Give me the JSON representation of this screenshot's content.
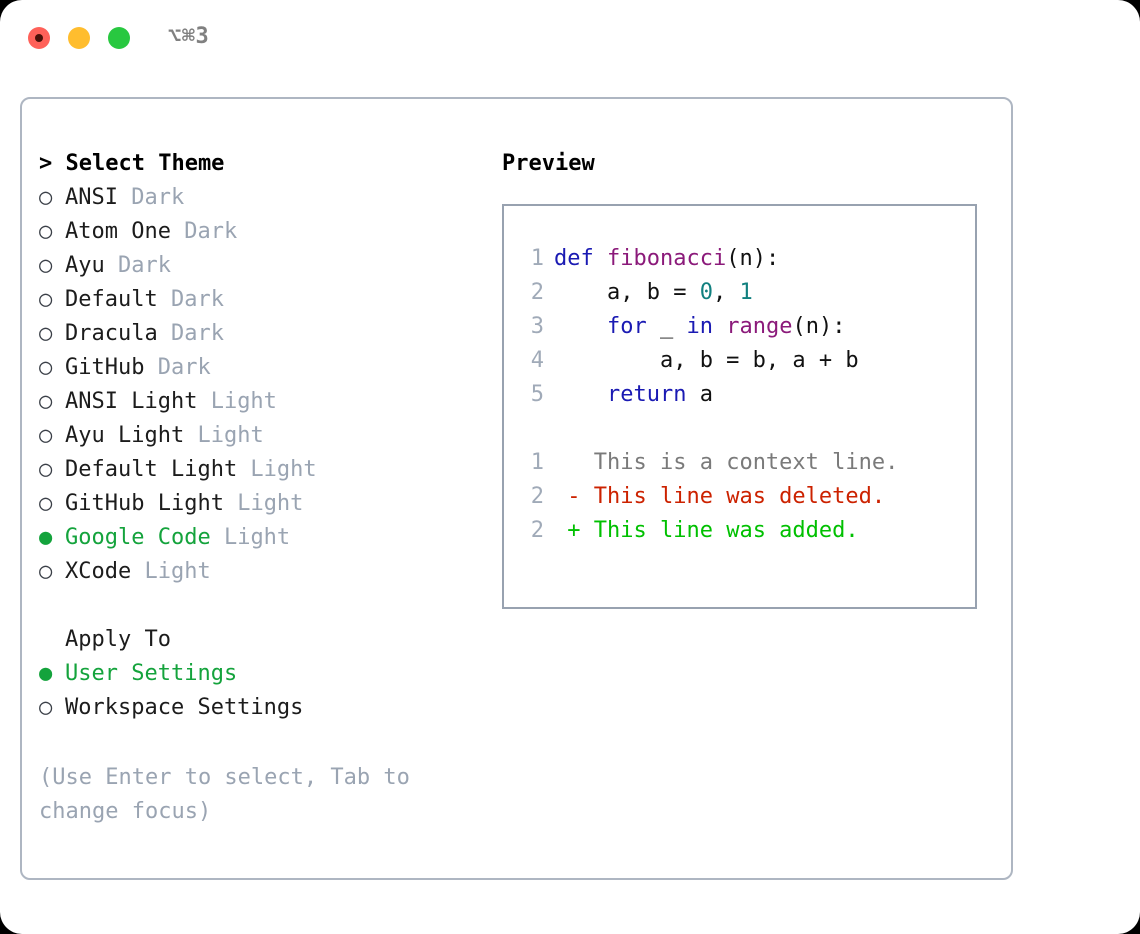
{
  "titlebar": {
    "shortcut": "⌥⌘3",
    "buttons": [
      {
        "name": "close",
        "color": "#ff6159"
      },
      {
        "name": "minimize",
        "color": "#ffbd2e"
      },
      {
        "name": "zoom",
        "color": "#28c840"
      }
    ]
  },
  "colors": {
    "selected_green": "#14a33c",
    "badge_muted": "#9aa4b2",
    "panel_border": "#aeb6c2",
    "code_border": "#98a2b0",
    "keyword_blue": "#1a1ab3",
    "function_purple": "#8b1a7a",
    "number_teal": "#11807f",
    "diff_delete_red": "#cc2200",
    "diff_add_green": "#00c000",
    "line_number_gray": "#a0aab8"
  },
  "theme_picker": {
    "header": "> Select Theme",
    "marker_unselected": "○",
    "marker_selected": "●",
    "items": [
      {
        "label": "ANSI",
        "badge": "Dark",
        "selected": false
      },
      {
        "label": "Atom One",
        "badge": "Dark",
        "selected": false
      },
      {
        "label": "Ayu",
        "badge": "Dark",
        "selected": false
      },
      {
        "label": "Default",
        "badge": "Dark",
        "selected": false
      },
      {
        "label": "Dracula",
        "badge": "Dark",
        "selected": false
      },
      {
        "label": "GitHub",
        "badge": "Dark",
        "selected": false
      },
      {
        "label": "ANSI Light",
        "badge": "Light",
        "selected": false
      },
      {
        "label": "Ayu Light",
        "badge": "Light",
        "selected": false
      },
      {
        "label": "Default Light",
        "badge": "Light",
        "selected": false
      },
      {
        "label": "GitHub Light",
        "badge": "Light",
        "selected": false
      },
      {
        "label": "Google Code",
        "badge": "Light",
        "selected": true
      },
      {
        "label": "XCode",
        "badge": "Light",
        "selected": false
      }
    ]
  },
  "apply_to": {
    "header": "Apply To",
    "items": [
      {
        "label": "User Settings",
        "selected": true
      },
      {
        "label": "Workspace Settings",
        "selected": false
      }
    ]
  },
  "hint": "(Use Enter to select, Tab to change focus)",
  "preview": {
    "title": "Preview",
    "code_lines": [
      {
        "num": "1",
        "tokens": [
          {
            "t": "def ",
            "c": "kw"
          },
          {
            "t": "fibonacci",
            "c": "fn"
          },
          {
            "t": "(n):",
            "c": "pl"
          }
        ]
      },
      {
        "num": "2",
        "tokens": [
          {
            "t": "    a, b = ",
            "c": "pl"
          },
          {
            "t": "0",
            "c": "num"
          },
          {
            "t": ", ",
            "c": "pl"
          },
          {
            "t": "1",
            "c": "num"
          }
        ]
      },
      {
        "num": "3",
        "tokens": [
          {
            "t": "    ",
            "c": "pl"
          },
          {
            "t": "for",
            "c": "kw"
          },
          {
            "t": " _ ",
            "c": "pl"
          },
          {
            "t": "in",
            "c": "kw"
          },
          {
            "t": " ",
            "c": "pl"
          },
          {
            "t": "range",
            "c": "fn"
          },
          {
            "t": "(n):",
            "c": "pl"
          }
        ]
      },
      {
        "num": "4",
        "tokens": [
          {
            "t": "        a, b = b, a + b",
            "c": "pl"
          }
        ]
      },
      {
        "num": "5",
        "tokens": [
          {
            "t": "    ",
            "c": "pl"
          },
          {
            "t": "return",
            "c": "kw"
          },
          {
            "t": " a",
            "c": "pl"
          }
        ]
      }
    ],
    "diff_lines": [
      {
        "num": "1",
        "prefix": "  ",
        "text": "This is a context line.",
        "kind": "ctx"
      },
      {
        "num": "2",
        "prefix": "- ",
        "text": "This line was deleted.",
        "kind": "del"
      },
      {
        "num": "2",
        "prefix": "+ ",
        "text": "This line was added.",
        "kind": "add"
      }
    ]
  }
}
